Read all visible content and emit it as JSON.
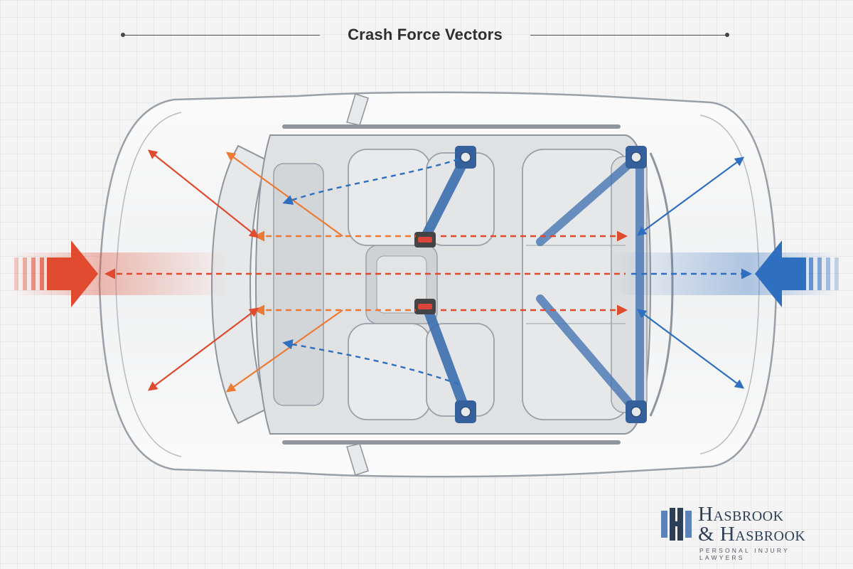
{
  "title": "Crash Force Vectors",
  "colors": {
    "front_force": "#e04a2f",
    "front_force_alt": "#ec7a34",
    "rear_force": "#2f6fc0",
    "belt": "#3c6fb0",
    "buckle": "#d9453b",
    "car_outline": "#9aa0a8"
  },
  "impact_left_icon": "front-impact-arrow",
  "impact_right_icon": "rear-impact-arrow",
  "logo": {
    "line1": "Hasbrook",
    "line2": "& Hasbrook",
    "tagline": "PERSONAL INJURY LAWYERS"
  }
}
